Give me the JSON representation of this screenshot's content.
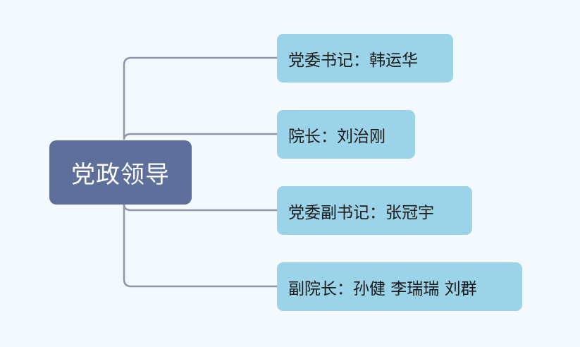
{
  "diagram": {
    "type": "mind-map",
    "root": {
      "label": "党政领导"
    },
    "children": [
      {
        "label": "党委书记：韩运华"
      },
      {
        "label": "院长：刘治刚"
      },
      {
        "label": "党委副书记：张冠宇"
      },
      {
        "label": "副院长：孙健 李瑞瑞 刘群"
      }
    ]
  },
  "colors": {
    "background": "#f4f9fd",
    "root_fill": "#5d6f9a",
    "child_fill": "#9bd3e8",
    "connector": "#8f96a8"
  }
}
